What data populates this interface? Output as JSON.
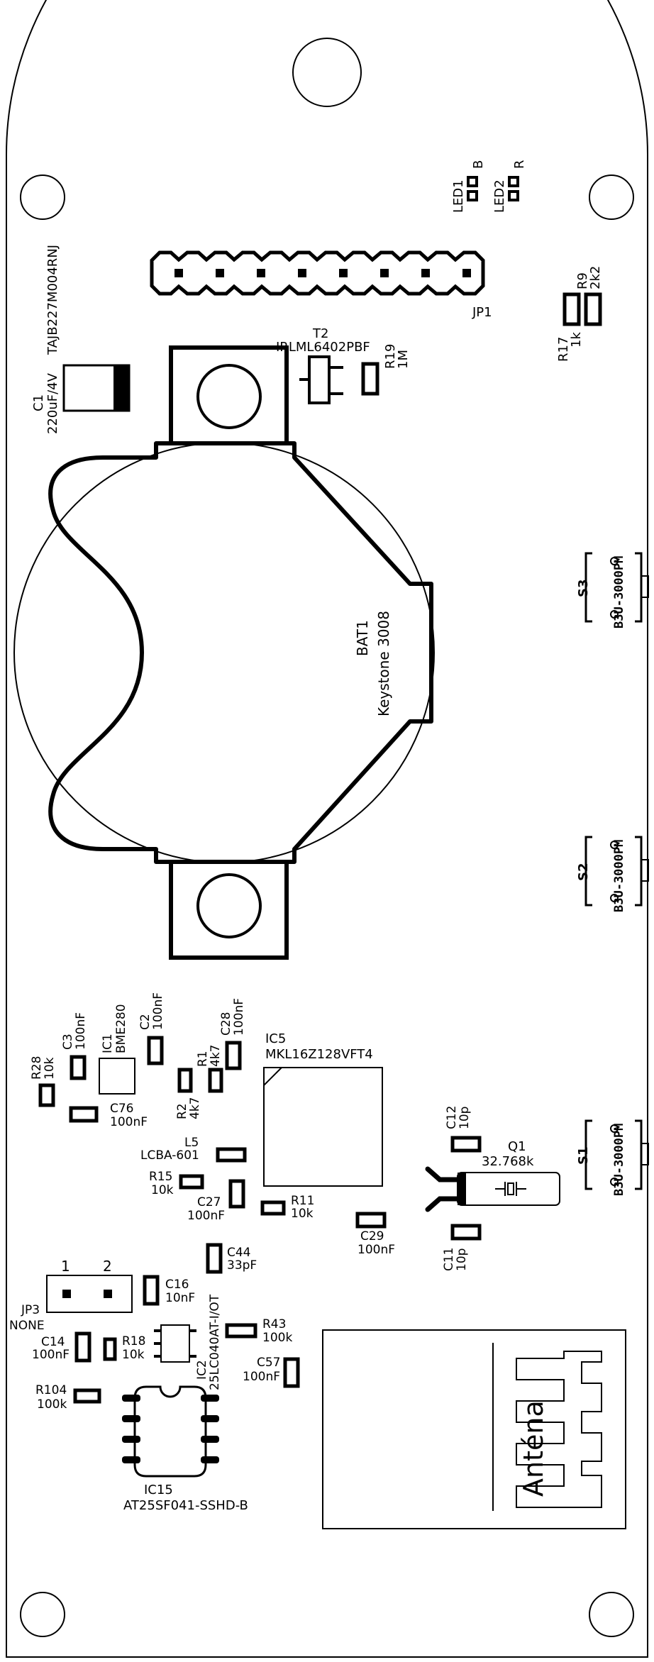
{
  "board": {
    "components": {
      "led1": "LED1",
      "led1_color": "B",
      "led2": "LED2",
      "led2_color": "R",
      "jp1": "JP1",
      "r9": "R9",
      "r9_val": "2k2",
      "r17": "R17",
      "r17_val": "1k",
      "c1": "C1",
      "c1_val": "220uF/4V",
      "c1_part": "TAJB227M004RNJ",
      "t2": "T2",
      "t2_part": "IRLML6402PBF",
      "r19": "R19",
      "r19_val": "1M",
      "bat1": "BAT1",
      "bat1_part": "Keystone 3008",
      "s1": "S1",
      "s2": "S2",
      "s3": "S3",
      "switch_part": "B3U-3000PM",
      "c3": "C3",
      "c3_val": "100nF",
      "ic1": "IC1",
      "ic1_part": "BME280",
      "c2": "C2",
      "c2_val": "100nF",
      "c28": "C28",
      "c28_val": "100nF",
      "ic5": "IC5",
      "ic5_part": "MKL16Z128VFT4",
      "r28": "R28",
      "r28_val": "10k",
      "r1": "R1",
      "r1_val": "4k7",
      "r2": "R2",
      "r2_val": "4k7",
      "c76": "C76",
      "c76_val": "100nF",
      "l5": "L5",
      "l5_part": "LCBA-601",
      "r15": "R15",
      "r15_val": "10k",
      "c27": "C27",
      "c27_val": "100nF",
      "r11": "R11",
      "r11_val": "10k",
      "c29": "C29",
      "c29_val": "100nF",
      "c12": "C12",
      "c12_val": "10p",
      "q1": "Q1",
      "q1_val": "32.768k",
      "c11": "C11",
      "c11_val": "10p",
      "c44": "C44",
      "c44_val": "33pF",
      "jp3": "JP3",
      "jp3_val": "NONE",
      "jp3_pin1": "1",
      "jp3_pin2": "2",
      "c16": "C16",
      "c16_val": "10nF",
      "c14": "C14",
      "c14_val": "100nF",
      "r18": "R18",
      "r18_val": "10k",
      "ic2": "IC2",
      "ic2_part": "25LC040AT-I/OT",
      "r43": "R43",
      "r43_val": "100k",
      "c57": "C57",
      "c57_val": "100nF",
      "r104": "R104",
      "r104_val": "100k",
      "ic15": "IC15",
      "ic15_part": "AT25SF041-SSHD-B",
      "antenna": "Anténa"
    }
  }
}
